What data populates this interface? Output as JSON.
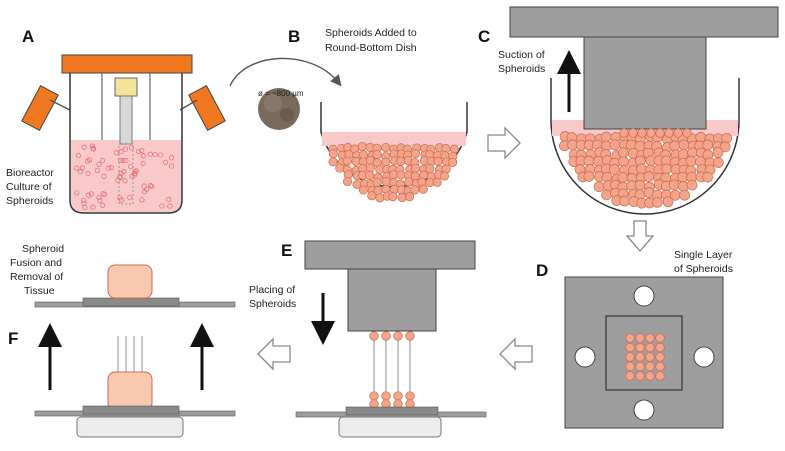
{
  "panels": {
    "A": {
      "label": "A",
      "caption": [
        "Bioreactor",
        "Culture of",
        "Spheroids"
      ]
    },
    "B": {
      "label": "B",
      "caption": [
        "Spheroids Added to",
        "Round-Bottom Dish"
      ],
      "diameter_label": "ø = ~800 µm"
    },
    "C": {
      "label": "C",
      "caption": [
        "Suction of",
        "Spheroids"
      ]
    },
    "D": {
      "label": "D",
      "caption": [
        "Single Layer",
        "of Spheroids"
      ]
    },
    "E": {
      "label": "E",
      "caption": [
        "Placing of",
        "Spheroids"
      ]
    },
    "F": {
      "label": "F",
      "caption": [
        "Spheroid",
        "Fusion and",
        "Removal of",
        "Tissue"
      ]
    }
  },
  "colors": {
    "orange": "#F07820",
    "spheroid": "#F4A488",
    "spheroid_stroke": "#C96B55",
    "medium": "#F9C8C8",
    "gray": "#9E9E9E",
    "tissue": "#FAC8AE"
  }
}
